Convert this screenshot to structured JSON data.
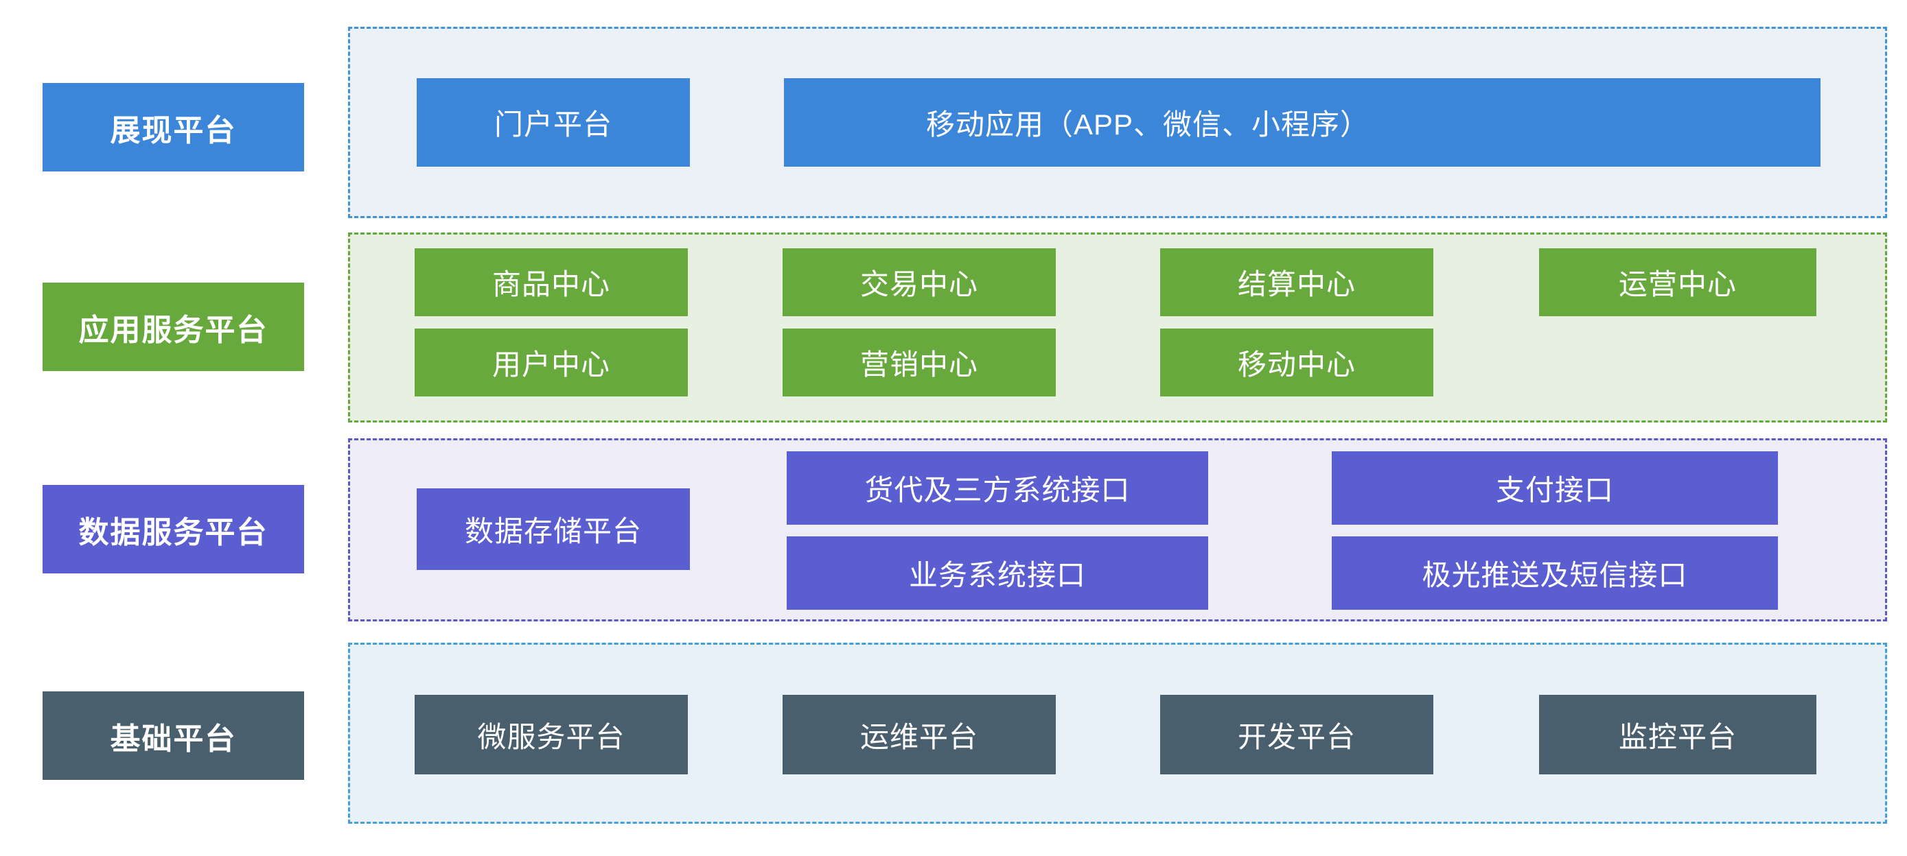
{
  "rows": [
    {
      "label": "展现平台",
      "boxes": [
        "门户平台",
        "移动应用（APP、微信、小程序）"
      ]
    },
    {
      "label": "应用服务平台",
      "boxes": [
        "商品中心",
        "交易中心",
        "结算中心",
        "运营中心",
        "用户中心",
        "营销中心",
        "移动中心"
      ]
    },
    {
      "label": "数据服务平台",
      "boxes": [
        "数据存储平台",
        "货代及三方系统接口",
        "支付接口",
        "业务系统接口",
        "极光推送及短信接口"
      ]
    },
    {
      "label": "基础平台",
      "boxes": [
        "微服务平台",
        "运维平台",
        "开发平台",
        "监控平台"
      ]
    }
  ],
  "colors": {
    "presentation_box": "#3b86d9",
    "presentation_fill": "#ebf1f6",
    "presentation_border": "#3f93d8",
    "app_box": "#68a93e",
    "app_fill": "#e8f0e2",
    "app_border": "#63a83b",
    "data_box": "#5b5ed0",
    "data_fill": "#eeedf7",
    "data_border": "#5a58cb",
    "base_box": "#4a5f6d",
    "base_fill": "#e9f1f8",
    "base_border": "#44a0dd",
    "text": "#ffffff",
    "page_bg": "#ffffff"
  }
}
